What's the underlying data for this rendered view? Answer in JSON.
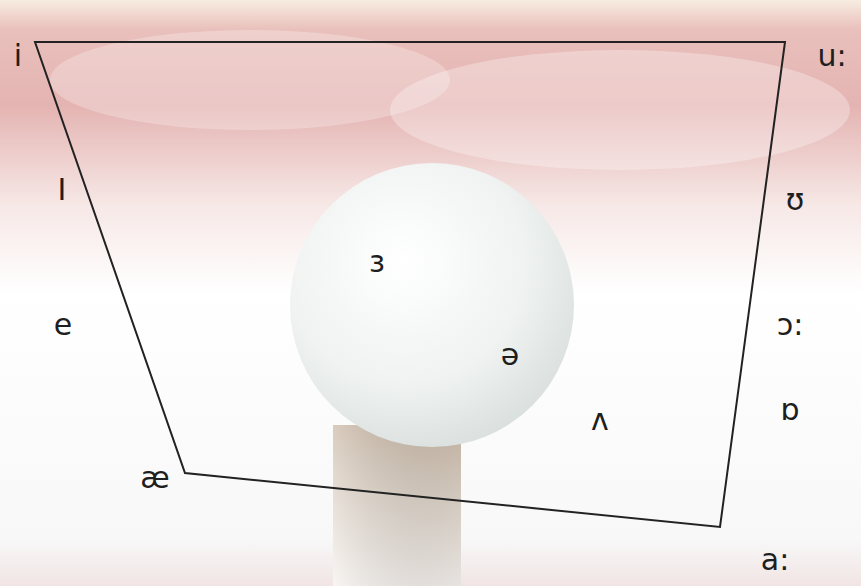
{
  "diagram": {
    "labels": [
      "i",
      "u:",
      "I",
      "ʊ",
      "e",
      "ɜ",
      "ə",
      "ɔ:",
      "ʌ",
      "ɒ",
      "æ",
      "a:"
    ]
  }
}
